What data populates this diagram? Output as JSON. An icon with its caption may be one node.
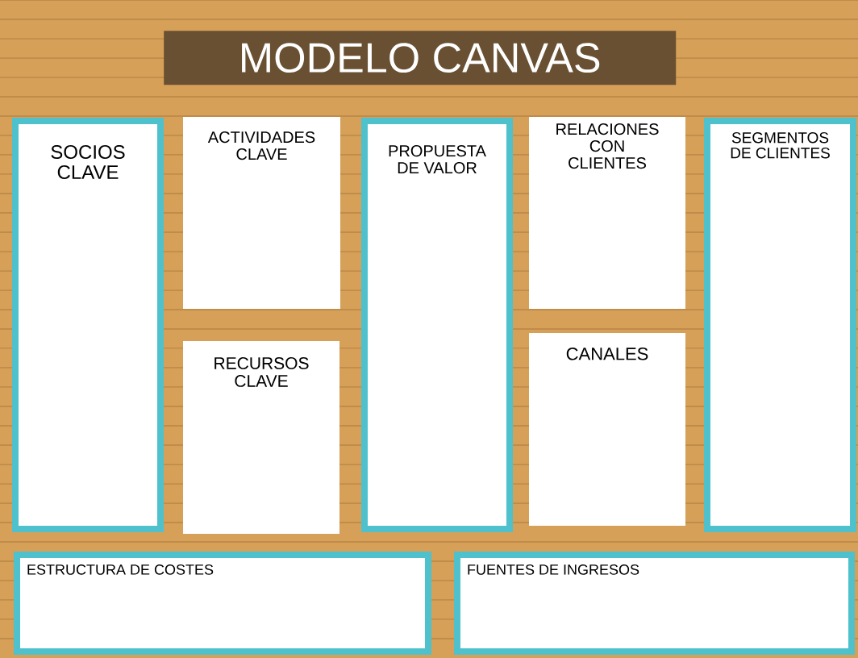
{
  "diagram": {
    "title": "MODELO CANVAS",
    "nodes": [
      {
        "text": [
          "SOCIOS CLAVE"
        ]
      },
      {
        "text": [
          "ACTIVIDADES CLAVE"
        ]
      },
      {
        "text": [
          "RECURSOS CLAVE"
        ]
      },
      {
        "text": [
          "PROPUESTA DE VALOR"
        ]
      },
      {
        "text": [
          "RELACIONES CON CLIENTES"
        ]
      },
      {
        "text": [
          "CANALES"
        ]
      },
      {
        "text": [
          "SEGMENTOS DE CLIENTES"
        ]
      },
      {
        "text": [
          "ESTRUCTURA DE COSTES"
        ]
      },
      {
        "text": [
          "FUENTES DE INGRESOS"
        ]
      }
    ]
  }
}
